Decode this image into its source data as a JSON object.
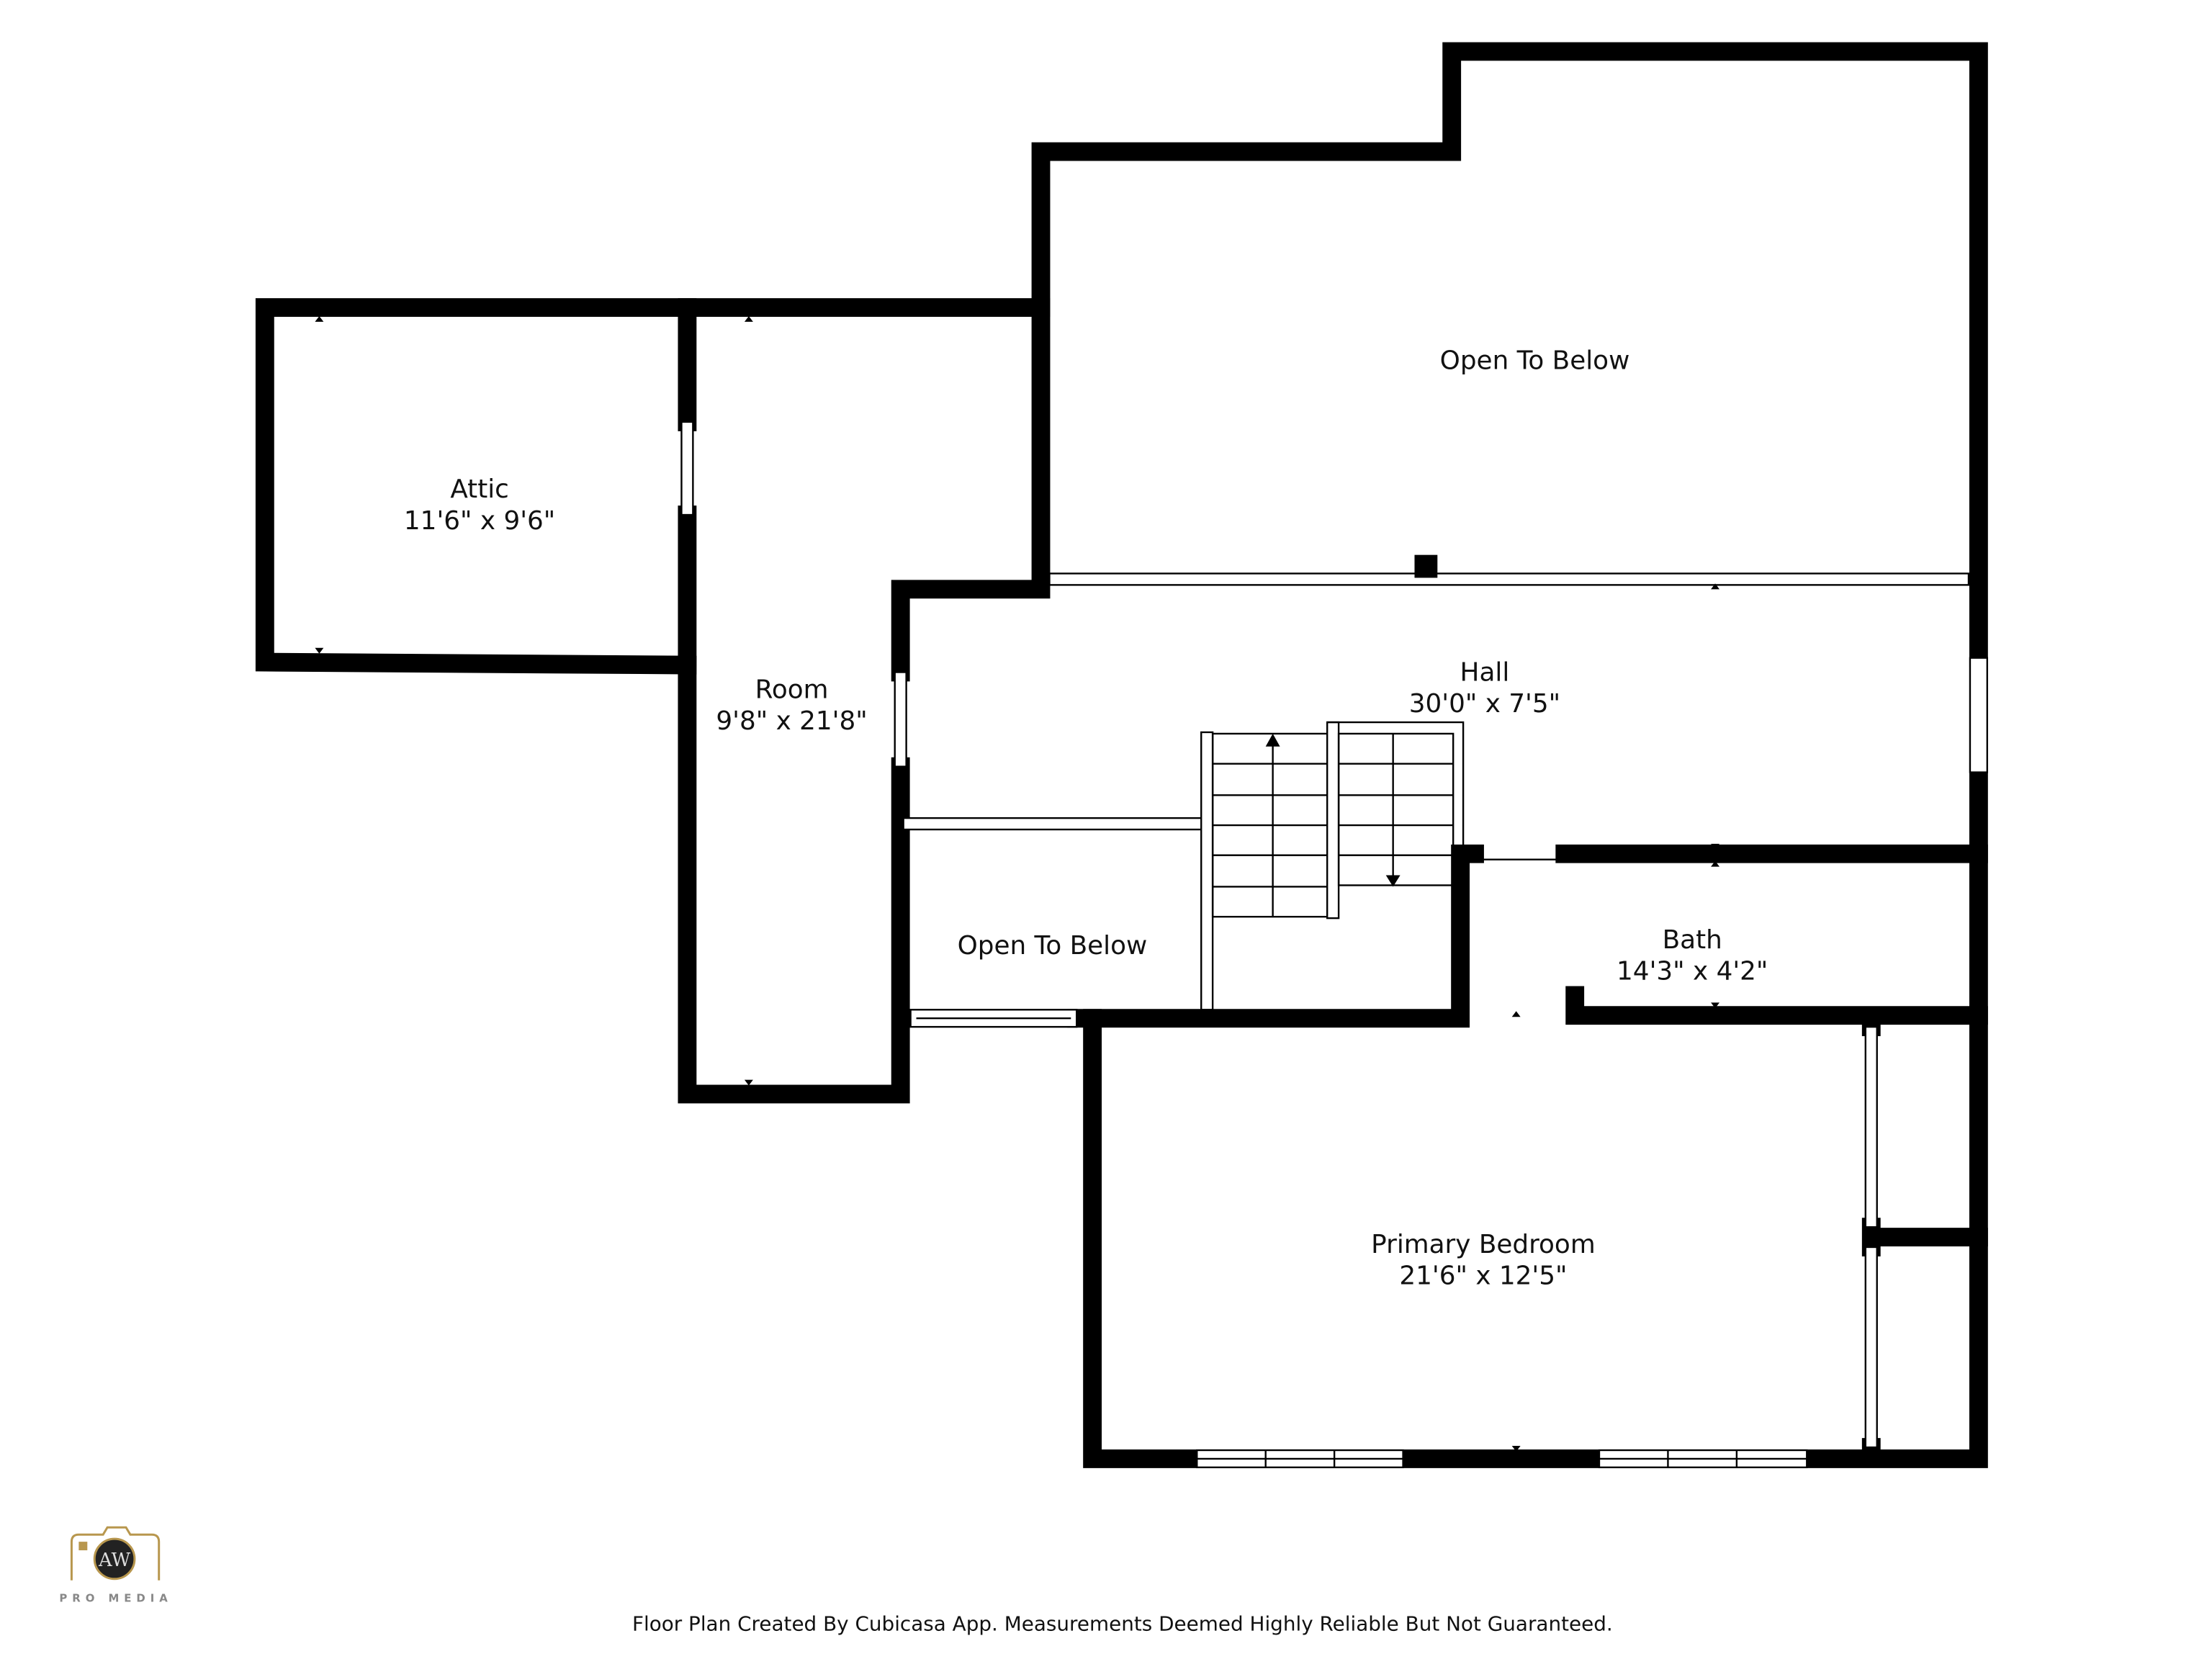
{
  "rooms": [
    {
      "name": "Attic",
      "size": "11'6\" x 9'6\""
    },
    {
      "name": "Room",
      "size": "9'8\" x 21'8\""
    },
    {
      "name": "Open To Below"
    },
    {
      "name": "Hall",
      "size": "30'0\" x 7'5\""
    },
    {
      "name": "Open To Below"
    },
    {
      "name": "Bath",
      "size": "14'3\" x 4'2\""
    },
    {
      "name": "Primary Bedroom",
      "size": "21'6\" x 12'5\""
    }
  ],
  "footer": "Floor Plan Created By Cubicasa App. Measurements Deemed Highly Reliable But Not Guaranteed.",
  "logo": {
    "monogram": "AW",
    "text": "PRO MEDIA",
    "gold": "#b8974e"
  }
}
